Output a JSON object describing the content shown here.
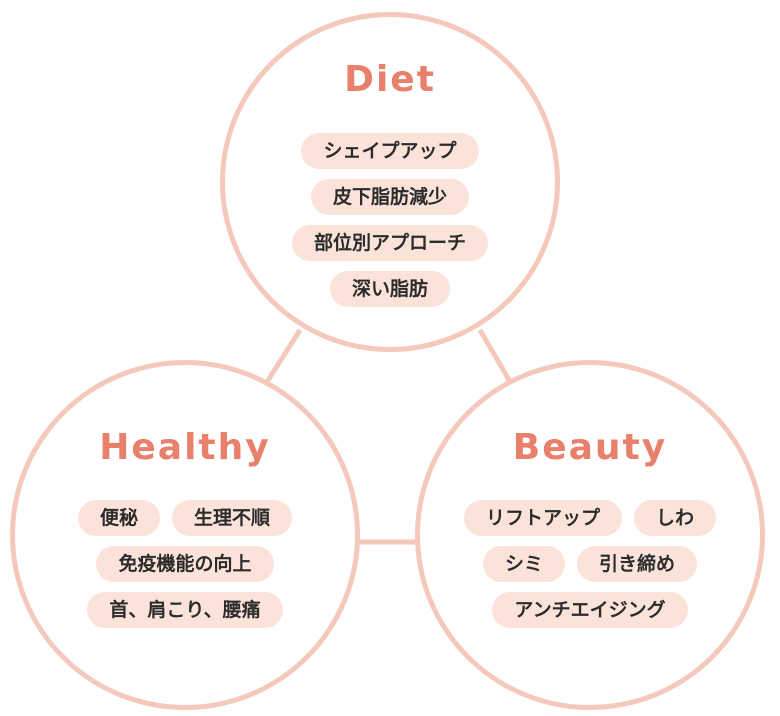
{
  "colors": {
    "ring": "#f4c9bb",
    "title": "#e8806c",
    "tag_bg": "#fbe3d9",
    "tag_text": "#2b2b2b"
  },
  "diet": {
    "title": "Diet",
    "tags": [
      "シェイプアップ",
      "皮下脂肪減少",
      "部位別アプローチ",
      "深い脂肪"
    ]
  },
  "healthy": {
    "title": "Healthy",
    "tags": [
      "便秘",
      "生理不順",
      "免疫機能の向上",
      "首、肩こり、腰痛"
    ]
  },
  "beauty": {
    "title": "Beauty",
    "tags": [
      "リフトアップ",
      "しわ",
      "シミ",
      "引き締め",
      "アンチエイジング"
    ]
  }
}
